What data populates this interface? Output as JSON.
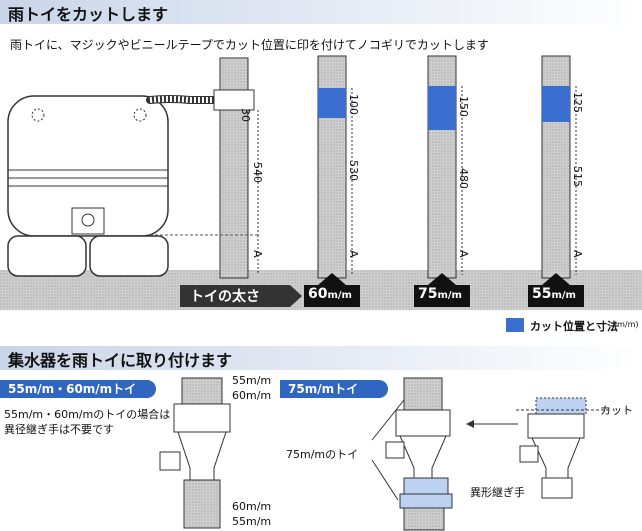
{
  "section1": {
    "title": "雨トイをカットします",
    "instruction": "雨トイに、マジックやビニールテープでカット位置に印を付けてノコギリでカットします",
    "dims_first": [
      "30",
      "540",
      "A"
    ],
    "pipes": [
      {
        "top": "100",
        "bottom": "530",
        "a": "A",
        "size_num": "60",
        "size_unit": "m/m"
      },
      {
        "top": "150",
        "bottom": "480",
        "a": "A",
        "size_num": "75",
        "size_unit": "m/m"
      },
      {
        "top": "125",
        "bottom": "515",
        "a": "A",
        "size_num": "55",
        "size_unit": "m/m"
      }
    ],
    "thickness_label": "トイの太さ",
    "legend": {
      "label": "カット位置と寸法",
      "unit": "(m/m)",
      "color": "#3a6fd0"
    }
  },
  "section2": {
    "title": "集水器を雨トイに取り付けます",
    "left_tag": "55m/m・60m/mトイ",
    "left_note_1": "55m/m・60m/mのトイの場合は",
    "left_note_2": "異径継ぎ手は不要です",
    "left_labels": {
      "top1": "55m/m",
      "top2": "60m/m",
      "bot1": "60m/m",
      "bot2": "55m/m"
    },
    "right_tag": "75m/mトイ",
    "pipe75_label": "75m/mのトイ",
    "joint_label": "異形継ぎ手",
    "cut_label": "カット"
  }
}
